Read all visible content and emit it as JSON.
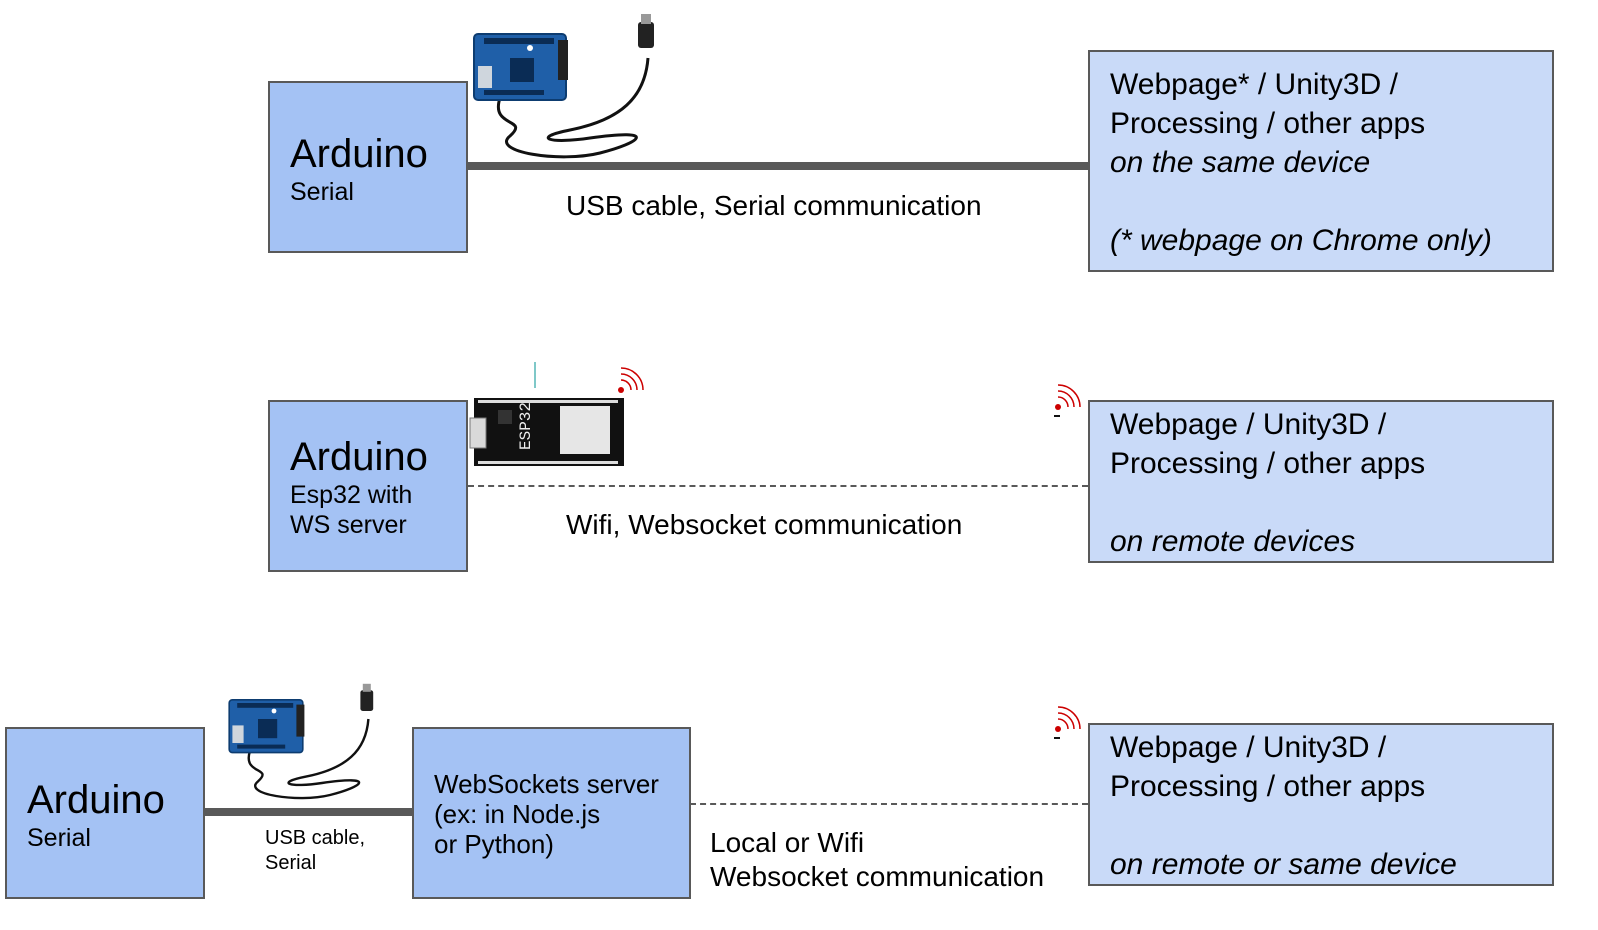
{
  "row1": {
    "device_title": "Arduino",
    "device_sub": "Serial",
    "link_label": "USB cable, Serial communication",
    "apps": {
      "line1": "Webpage* / Unity3D /",
      "line2": "Processing / other apps",
      "line3": "on the same device",
      "note": "(* webpage on Chrome only)"
    },
    "board_icon": "arduino-board-with-usb-cable-icon"
  },
  "row2": {
    "device_title": "Arduino",
    "device_sub1": "Esp32 with",
    "device_sub2": "WS server",
    "link_label": "Wifi, Websocket communication",
    "apps": {
      "line1": "Webpage / Unity3D /",
      "line2": "Processing / other apps",
      "line3": "on remote devices"
    },
    "board_icon": "esp32-board-icon",
    "wifi_icon": "wifi-signal-icon"
  },
  "row3": {
    "device_title": "Arduino",
    "device_sub": "Serial",
    "usb_label1": "USB cable,",
    "usb_label2": "Serial",
    "server": {
      "line1": "WebSockets server",
      "line2": "(ex: in Node.js",
      "line3": "or Python)"
    },
    "link_label1": "Local or Wifi",
    "link_label2": "Websocket communication",
    "apps": {
      "line1": "Webpage / Unity3D /",
      "line2": "Processing / other apps",
      "line3": "on remote or same device"
    },
    "board_icon": "arduino-board-with-usb-cable-icon",
    "wifi_icon": "wifi-signal-icon"
  },
  "colors": {
    "device_box": "#a4c2f4",
    "app_box": "#c9daf8",
    "line": "#595959",
    "wifi": "#cc0000"
  }
}
